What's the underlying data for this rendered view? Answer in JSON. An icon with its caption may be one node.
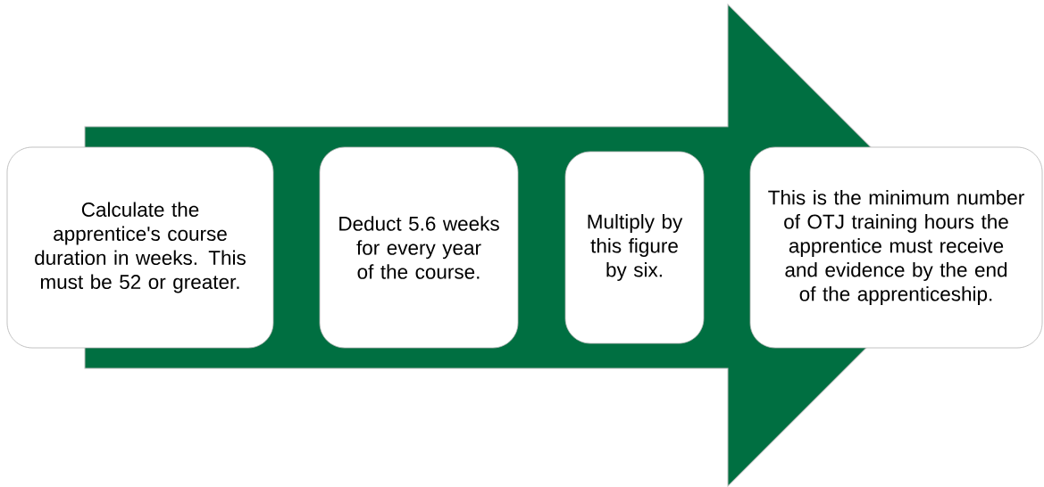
{
  "diagram": {
    "nodes": [
      {
        "text": [
          "Calculate the apprentice's course duration in weeks. This must be 52 or greater."
        ]
      },
      {
        "text": [
          "Deduct 5.6 weeks for every year of the course."
        ]
      },
      {
        "text": [
          "Multiply by this figure by six."
        ]
      },
      {
        "text": [
          "This is the minimum number of OTJ training hours the apprentice must receive and evidence by the end of the apprenticeship."
        ]
      }
    ],
    "edges": [
      {
        "from": 0,
        "to": 3,
        "arrow": "to"
      }
    ]
  }
}
